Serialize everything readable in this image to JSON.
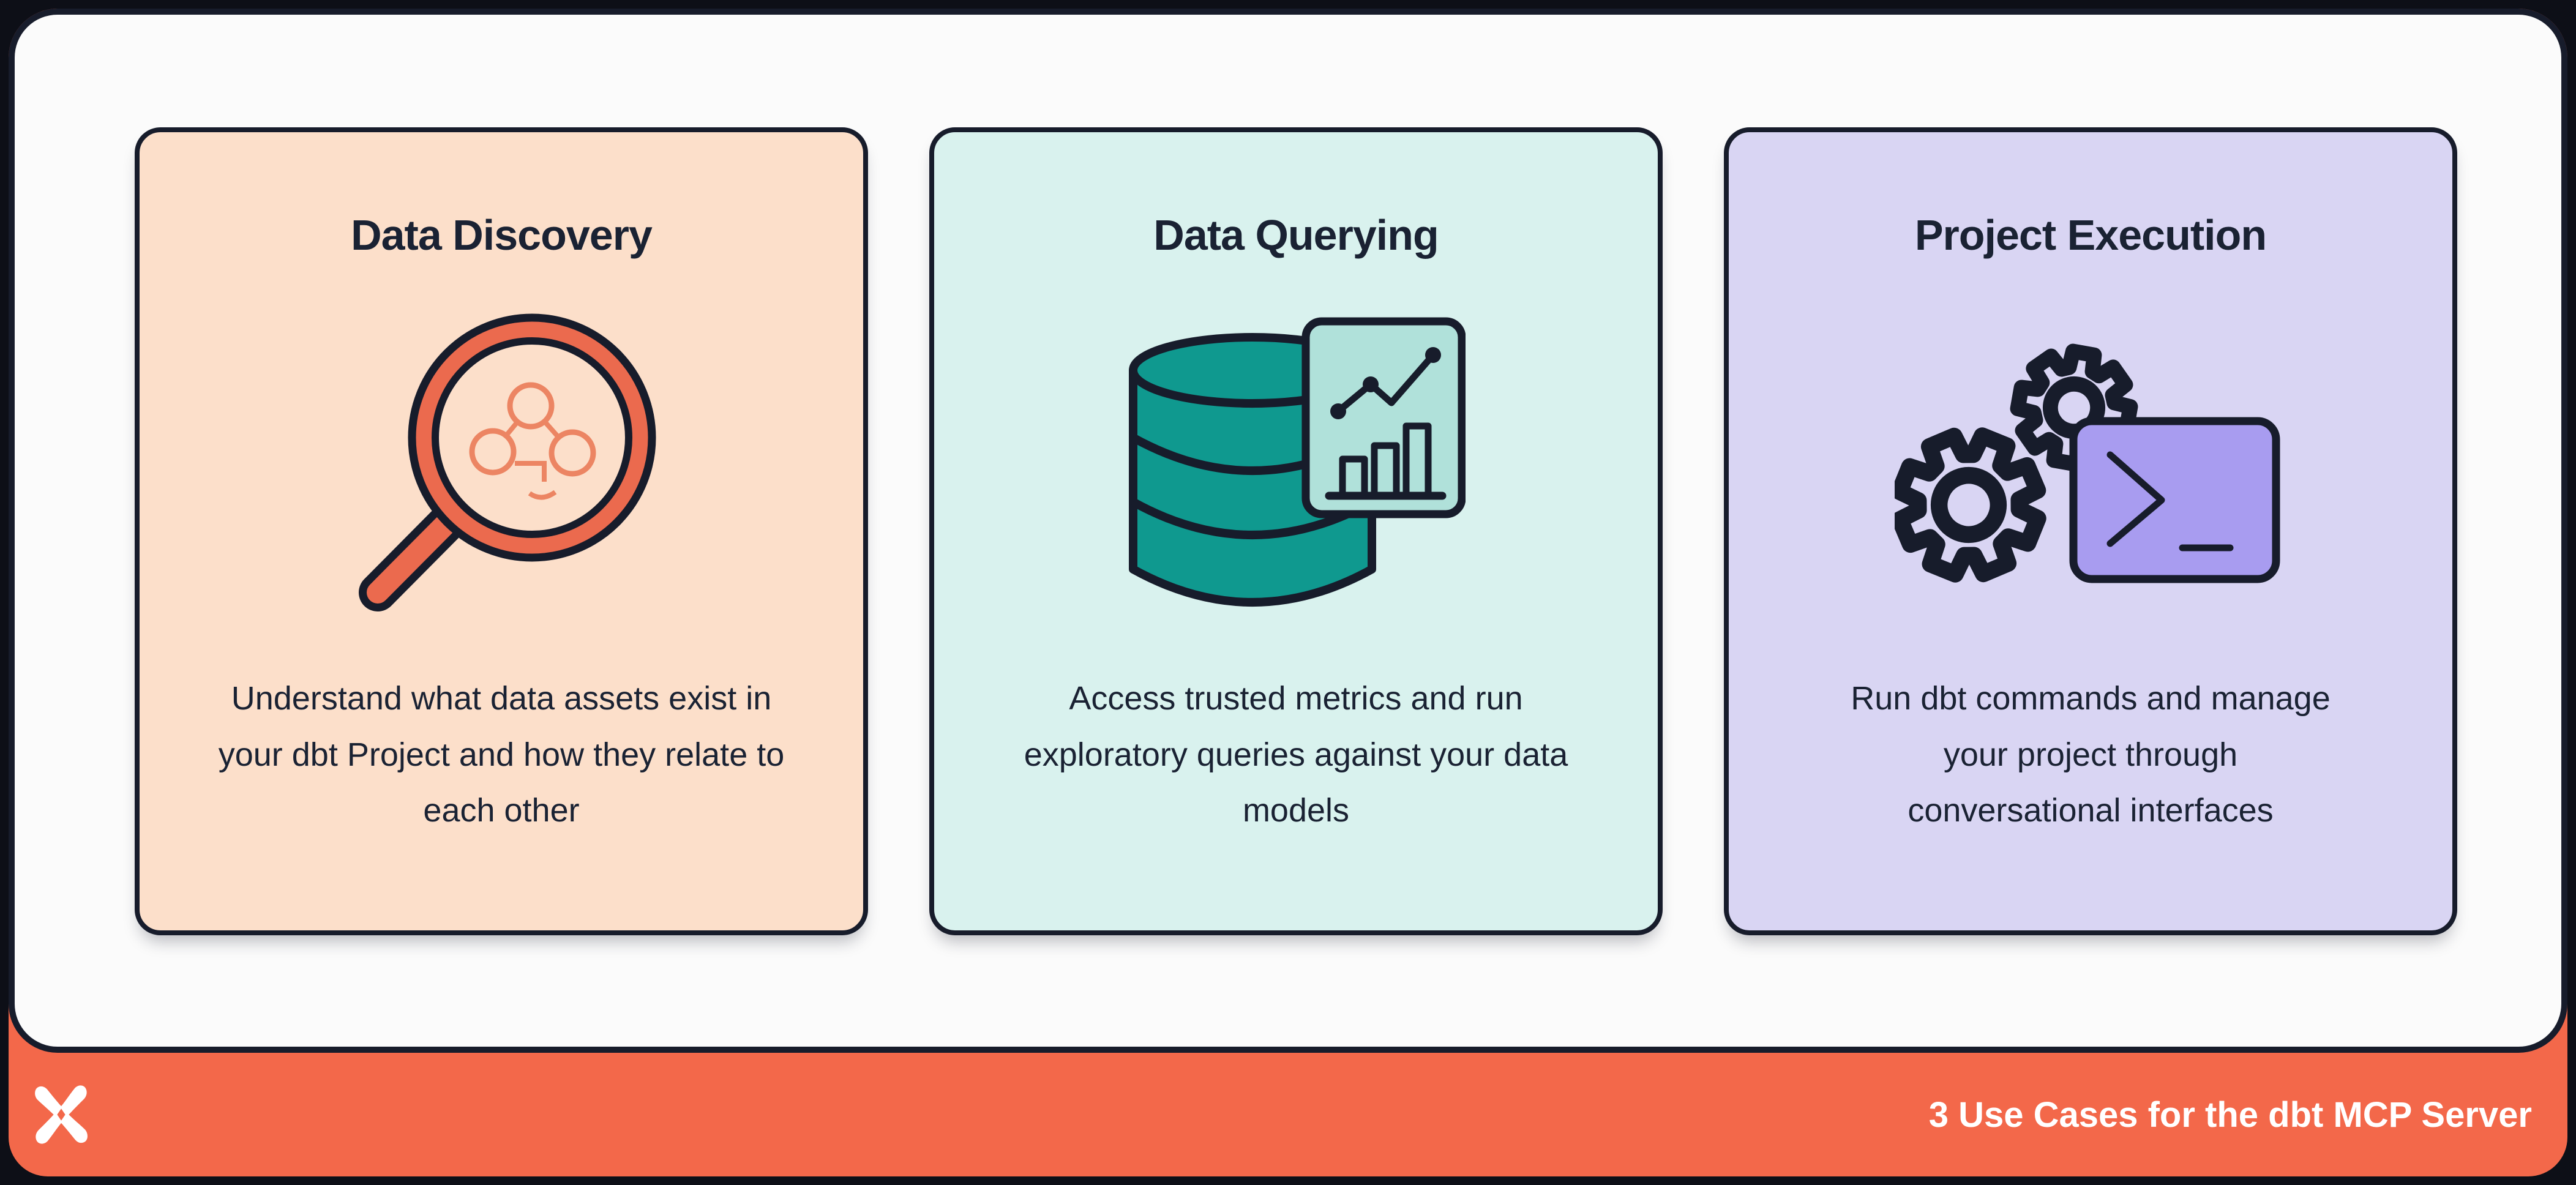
{
  "page": {
    "frame_color": "#0d0f17",
    "panel_color": "#fbfbfb",
    "outline_color": "#171c2b",
    "text_color": "#1a2233"
  },
  "cards": [
    {
      "title": "Data Discovery",
      "body": "Understand what data assets exist in your dbt Project and how they relate to each other",
      "background": "#fcdfca",
      "icon": "magnifying-glass-lineage-icon",
      "icon_colors": {
        "ring": "#eb6a4e",
        "lineage_graph": "#ec8563"
      }
    },
    {
      "title": "Data Querying",
      "body": "Access trusted metrics and run exploratory queries against your data models",
      "background": "#d9f2ee",
      "icon": "database-analytics-icon",
      "icon_colors": {
        "database": "#0f998f",
        "chart_panel": "#b0e1da"
      }
    },
    {
      "title": "Project Execution",
      "body": "Run dbt commands and manage your project through conversational interfaces",
      "background": "#d9d5f3",
      "icon": "gears-terminal-icon",
      "icon_colors": {
        "terminal": "#a89cf0"
      }
    }
  ],
  "footer": {
    "label": "3 Use Cases for the dbt MCP Server",
    "background": "#f3684a",
    "logo": "dbt-logo"
  }
}
